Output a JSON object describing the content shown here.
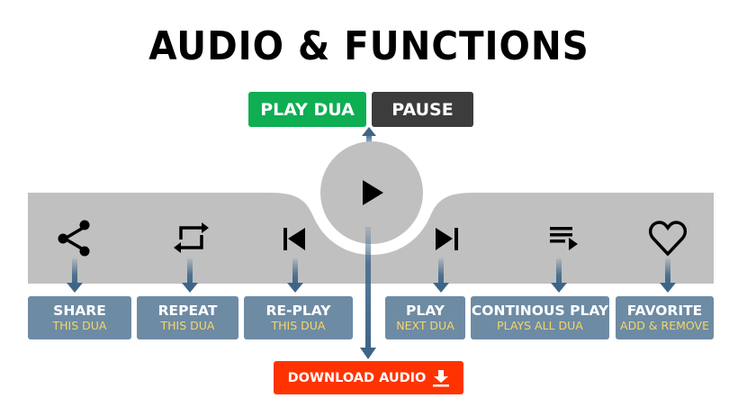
{
  "title": "AUDIO & FUNCTIONS",
  "top_buttons": {
    "play": "PLAY DUA",
    "pause": "PAUSE"
  },
  "colors": {
    "play_green": "#0fae52",
    "pause_dark": "#3c3c3c",
    "bar_gray": "#c0c0c0",
    "label_blue": "#6e8ba4",
    "sub_yellow": "#f4d66a",
    "arrow_blue": "#3d6588",
    "download_red": "#ff3300"
  },
  "center_control": {
    "icon": "play-icon"
  },
  "functions": [
    {
      "icon": "share-icon",
      "main": "SHARE",
      "sub": "THIS DUA"
    },
    {
      "icon": "repeat-icon",
      "main": "REPEAT",
      "sub": "THIS DUA"
    },
    {
      "icon": "skip-previous-icon",
      "main": "RE-PLAY",
      "sub": "THIS DUA"
    },
    {
      "icon": "skip-next-icon",
      "main": "PLAY",
      "sub": "NEXT DUA"
    },
    {
      "icon": "playlist-play-icon",
      "main": "CONTINOUS PLAY",
      "sub": "PLAYS ALL DUA"
    },
    {
      "icon": "heart-icon",
      "main": "FAVORITE",
      "sub": "ADD & REMOVE"
    }
  ],
  "download": {
    "label": "DOWNLOAD AUDIO",
    "icon": "download-icon"
  }
}
